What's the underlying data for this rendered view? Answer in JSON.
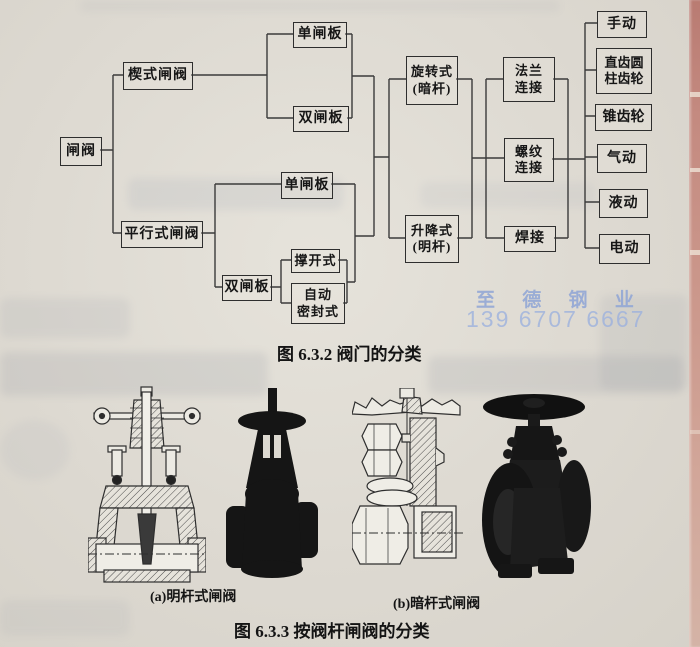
{
  "page": {
    "paper_color": "#ddd9d1",
    "ink_color": "#161616",
    "line_color": "#3b3b3b",
    "edge_strip_color": "#c48a80"
  },
  "flowchart": {
    "nodes": {
      "gate_valve": "闸阀",
      "wedge_gate_valve": "楔式闸阀",
      "parallel_gate_valve": "平行式闸阀",
      "single_disc_1": "单闸板",
      "double_disc_1": "双闸板",
      "single_disc_2": "单闸板",
      "double_disc_2": "双闸板",
      "expanding_type": "撑开式",
      "self_sealing_l1": "自动",
      "self_sealing_l2": "密封式",
      "rotary_l1": "旋转式",
      "rotary_l2": "(暗杆)",
      "lifting_l1": "升降式",
      "lifting_l2": "(明杆)",
      "flange_l1": "法兰",
      "flange_l2": "连接",
      "thread_l1": "螺纹",
      "thread_l2": "连接",
      "welded": "焊接",
      "manual": "手动",
      "spur_gear_l1": "直齿圆",
      "spur_gear_l2": "柱齿轮",
      "bevel_gear": "锥齿轮",
      "pneumatic": "气动",
      "hydraulic": "液动",
      "electric": "电动"
    },
    "structure": {
      "root": "闸阀",
      "body_types": {
        "楔式闸阀": [
          "单闸板",
          "双闸板"
        ],
        "平行式闸阀": {
          "单闸板": [],
          "双闸板": [
            "撑开式",
            "自动密封式"
          ]
        }
      },
      "stem_types": [
        "旋转式(暗杆)",
        "升降式(明杆)"
      ],
      "connection_types": [
        "法兰连接",
        "螺纹连接",
        "焊接"
      ],
      "actuation_types": [
        "手动",
        "直齿圆柱齿轮",
        "锥齿轮",
        "气动",
        "液动",
        "电动"
      ]
    }
  },
  "captions": {
    "fig_6_3_2": "图 6.3.2   阀门的分类",
    "valve_a_label": "(a)明杆式闸阀",
    "valve_b_label": "(b)暗杆式闸阀",
    "fig_6_3_3": "图 6.3.3   按阀杆闸阀的分类"
  },
  "watermark": {
    "company": "至 德 钢 业",
    "phone": "139 6707 6667",
    "color": "#8fa5d6"
  }
}
